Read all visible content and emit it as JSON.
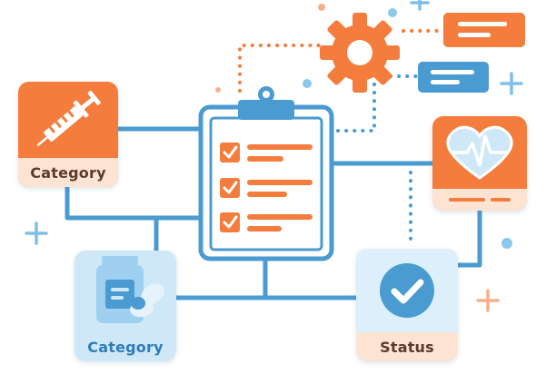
{
  "nodes": {
    "vaccine_category": {
      "label": "Category",
      "icon": "syringe-icon"
    },
    "medicine_category": {
      "label": "Category",
      "icon": "medicine-bottle-icon"
    },
    "status": {
      "label": "Status",
      "icon": "checkmark-circle-icon"
    },
    "vital_signs": {
      "icon": "heart-pulse-icon"
    },
    "checklist": {
      "icon": "clipboard-checklist-icon",
      "items": 3
    },
    "settings": {
      "icon": "gear-icon"
    }
  },
  "colors": {
    "orange": "#F47C3C",
    "blue": "#4A9BD1",
    "light_blue": "#CFE8F8",
    "peach": "#FCE3D2",
    "dark_text": "#5A3B2C",
    "blue_text": "#2E7CB8"
  }
}
